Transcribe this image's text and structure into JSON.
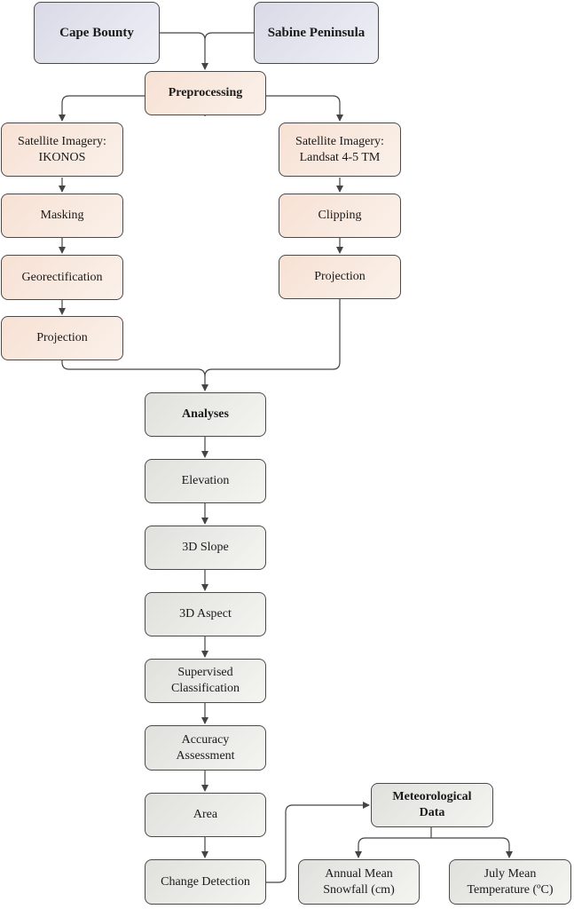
{
  "sources": {
    "cape_bounty": "Cape Bounty",
    "sabine_peninsula": "Sabine Peninsula"
  },
  "preprocessing": "Preprocessing",
  "left_branch": {
    "imagery": "Satellite Imagery:\nIKONOS",
    "masking": "Masking",
    "georectification": "Georectification",
    "projection": "Projection"
  },
  "right_branch": {
    "imagery": "Satellite Imagery:\nLandsat 4-5 TM",
    "clipping": "Clipping",
    "projection": "Projection"
  },
  "analyses": {
    "title": "Analyses",
    "elevation": "Elevation",
    "slope": "3D Slope",
    "aspect": "3D Aspect",
    "supervised": "Supervised\nClassification",
    "accuracy": "Accuracy\nAssessment",
    "area": "Area",
    "change_detection": "Change Detection"
  },
  "meteorological": {
    "title": "Meteorological\nData",
    "snowfall": "Annual Mean\nSnowfall (cm)",
    "temperature": "July Mean\nTemperature (ºC)"
  }
}
